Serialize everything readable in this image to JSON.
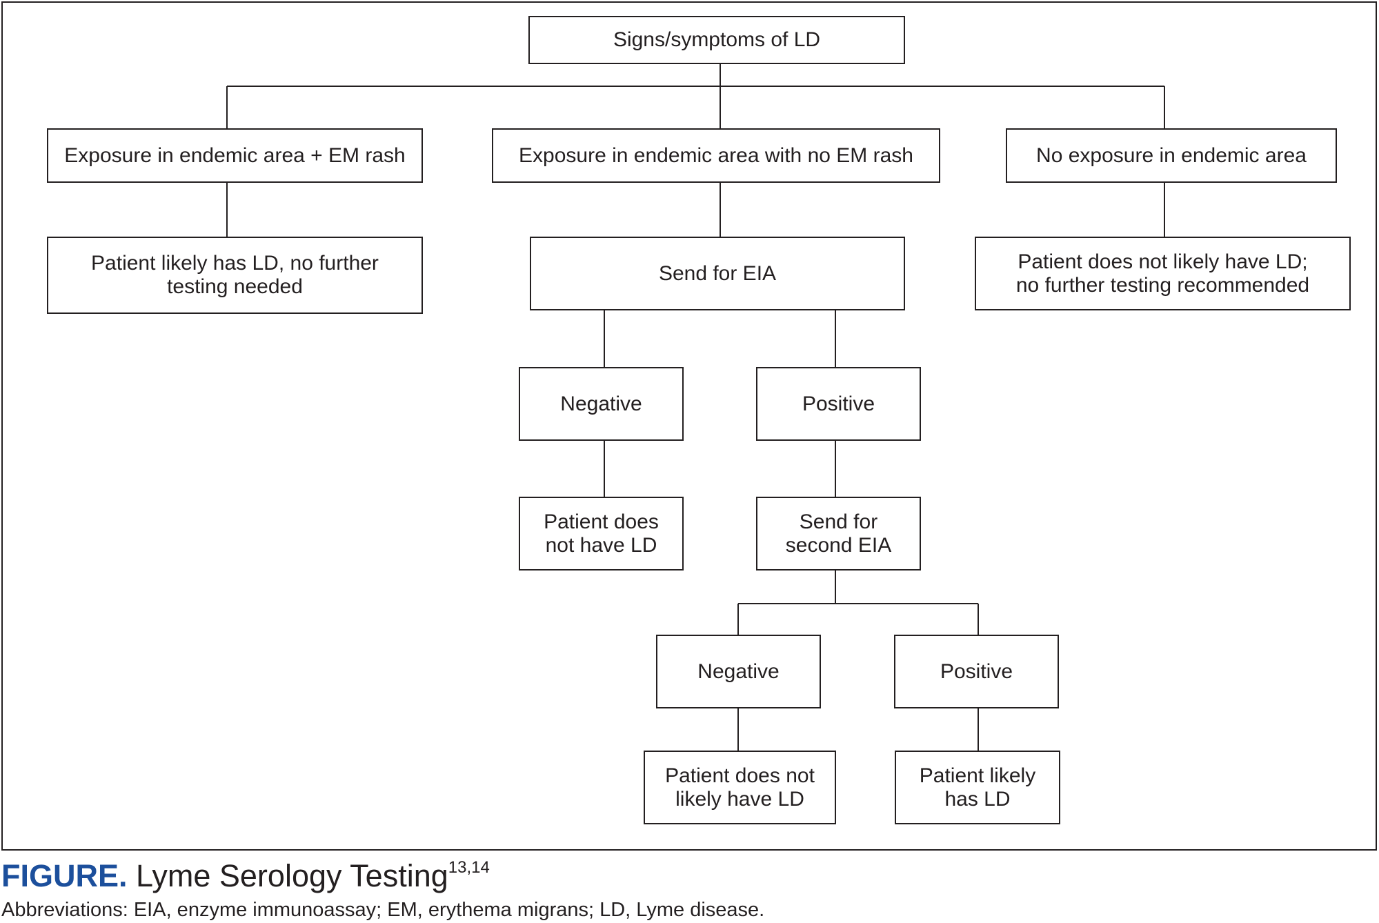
{
  "figure": {
    "nodes": {
      "root": "Signs/symptoms of LD",
      "exposure_rash": "Exposure in endemic area + EM rash",
      "exposure_no_rash": "Exposure in endemic area with no EM rash",
      "no_exposure": "No exposure in endemic area",
      "likely_ld": "Patient likely has LD, no further\ntesting needed",
      "send_eia": "Send for EIA",
      "not_likely_no_testing": "Patient does not likely have LD;\nno further testing recommended",
      "negative_1": "Negative",
      "positive_1": "Positive",
      "does_not_have_ld": "Patient does\nnot have LD",
      "send_second_eia": "Send for\nsecond EIA",
      "negative_2": "Negative",
      "positive_2": "Positive",
      "not_likely_ld": "Patient does not\nlikely have LD",
      "likely_has_ld": "Patient likely\nhas LD"
    }
  },
  "caption": {
    "lead": "FIGURE.",
    "title": " Lyme Serology Testing",
    "refs": "13,14"
  },
  "abbreviations": "Abbreviations: EIA, enzyme immunoassay; EM, erythema migrans; LD, Lyme disease."
}
